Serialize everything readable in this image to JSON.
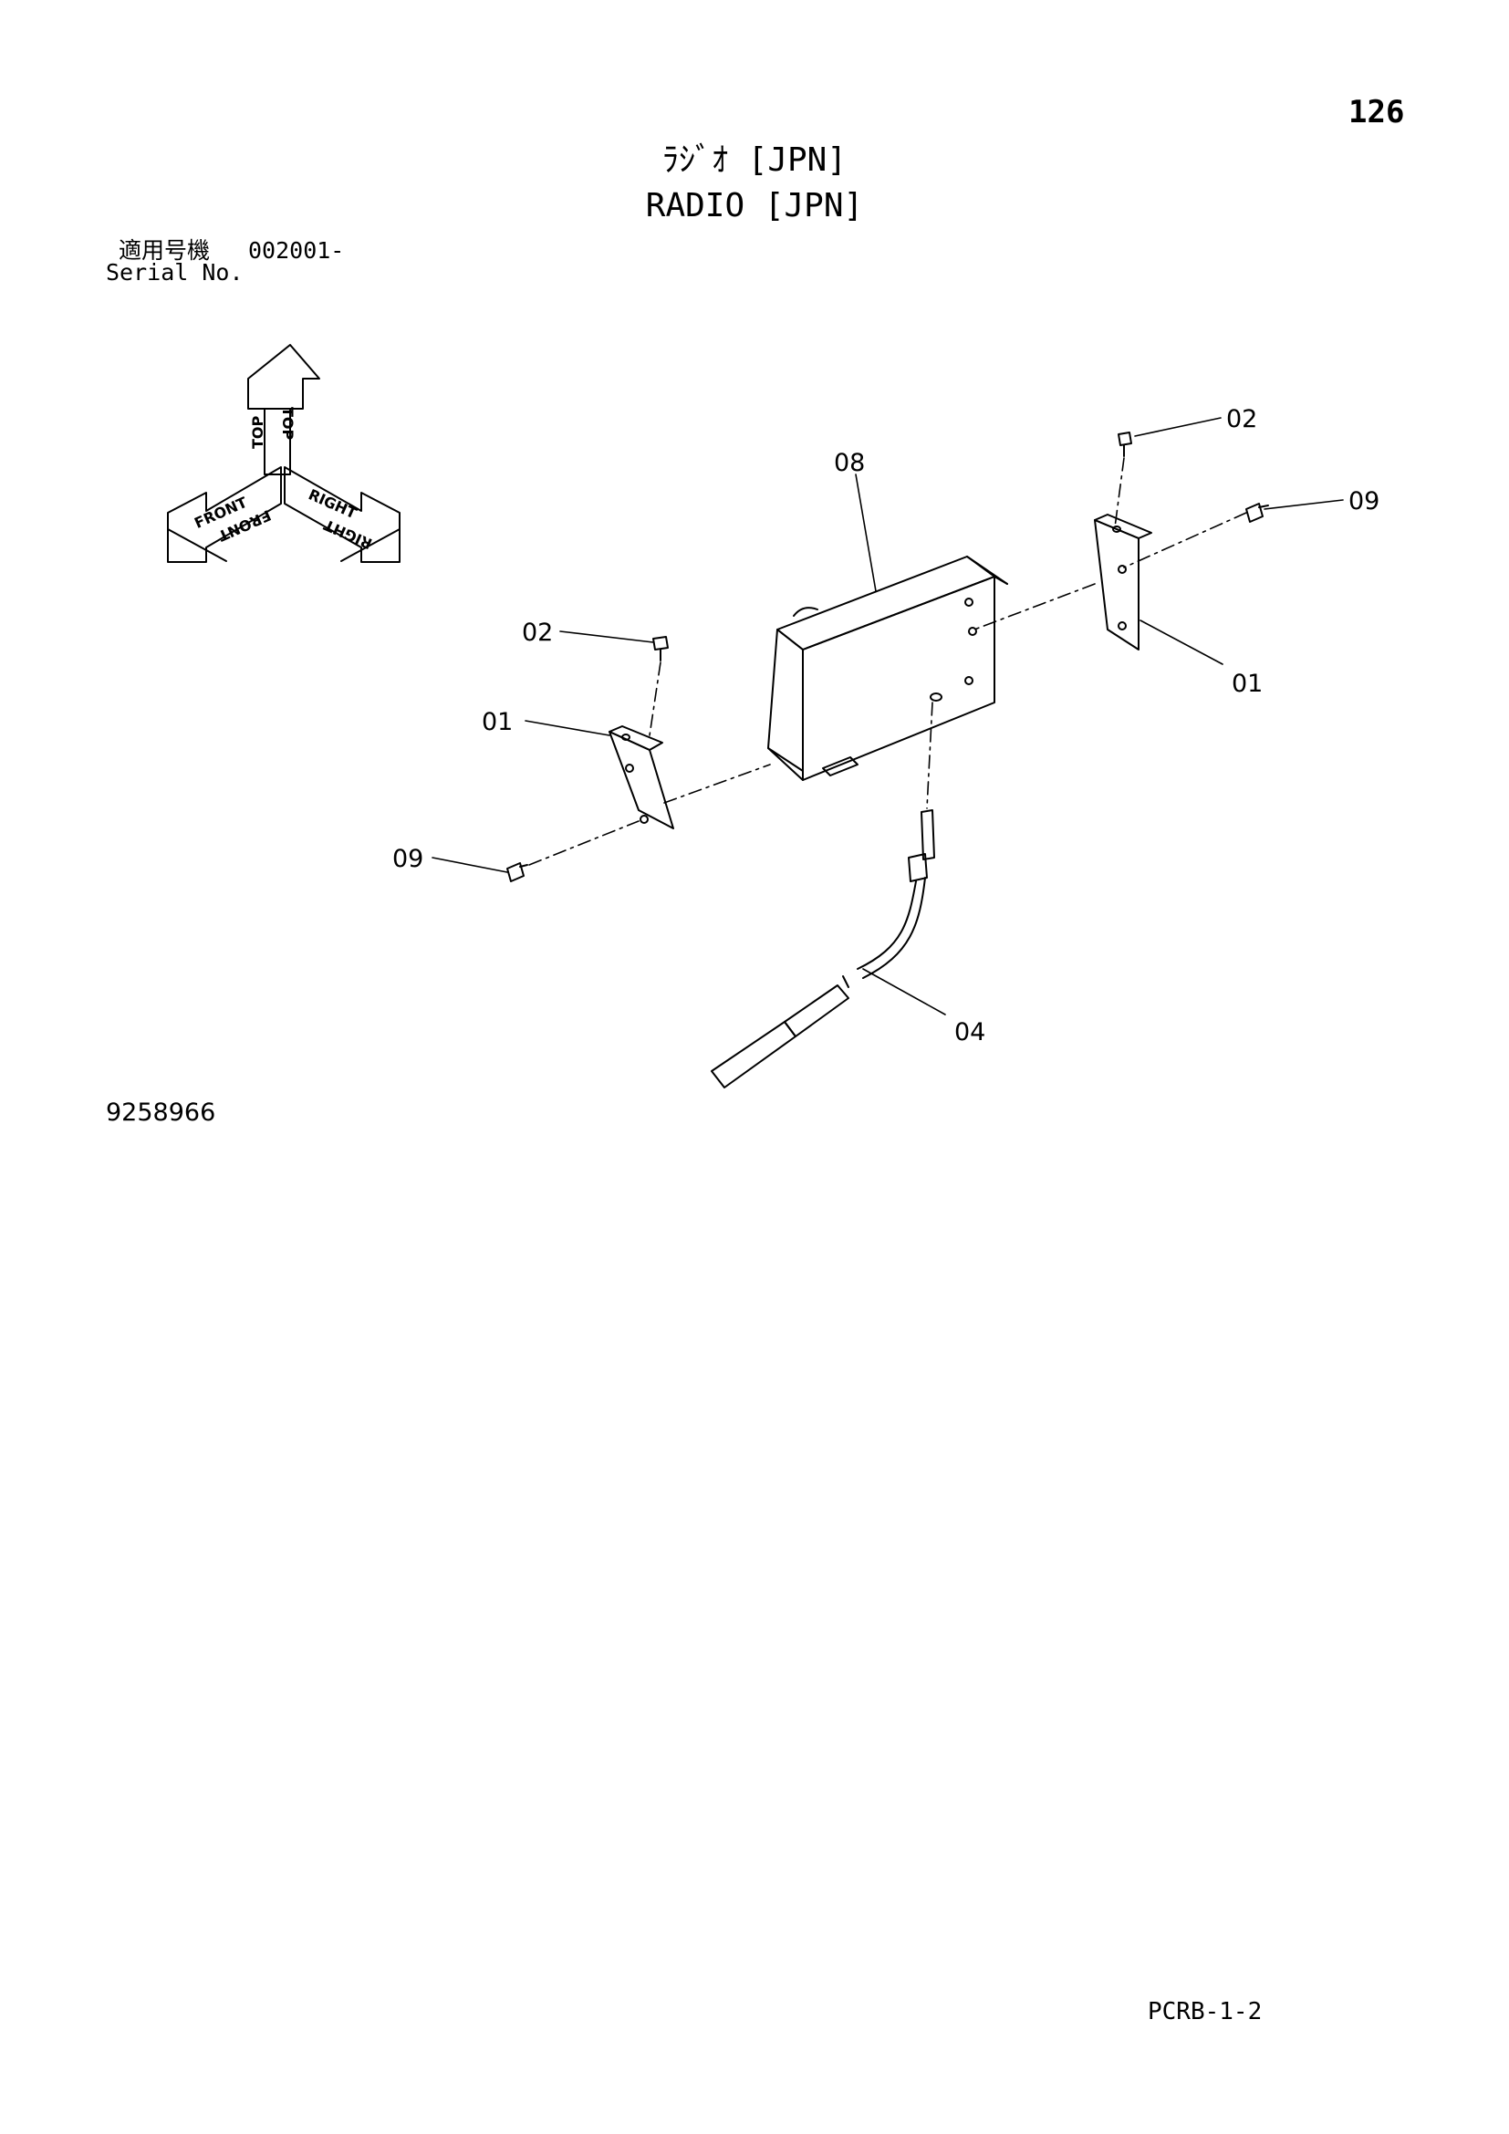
{
  "header": {
    "page_number": "126",
    "title_jp": "ﾗｼﾞｵ [JPN]",
    "title_en": "RADIO [JPN]"
  },
  "serial": {
    "label_jp": "適用号機",
    "range": "002001-",
    "label_en": "Serial No."
  },
  "orientation_icon": {
    "top_label": "TOP",
    "front_label": "FRONT",
    "right_label": "RIGHT"
  },
  "callouts": {
    "c08": "08",
    "c02_right": "02",
    "c09_right": "09",
    "c01_right": "01",
    "c02_left": "02",
    "c01_left": "01",
    "c09_left": "09",
    "c04": "04"
  },
  "drawing_number": "9258966",
  "footer": {
    "code": "PCRB-1-2"
  }
}
